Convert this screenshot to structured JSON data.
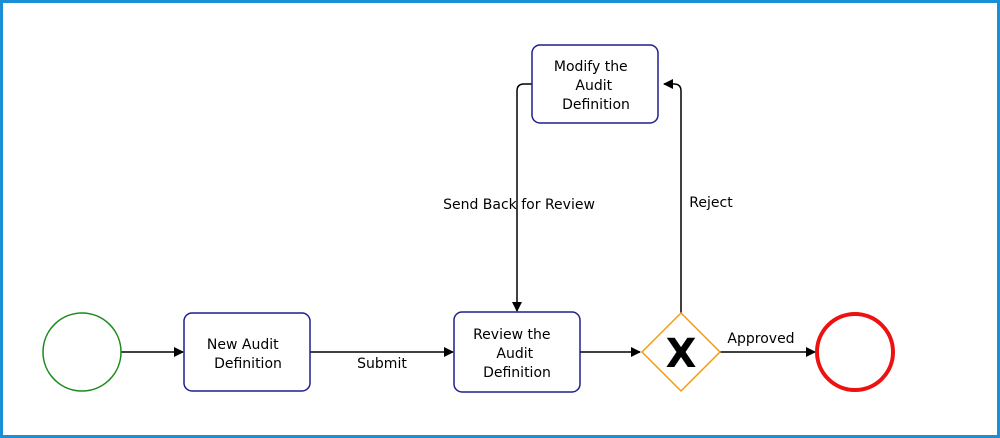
{
  "diagram": {
    "type": "bpmn-process",
    "colors": {
      "frame_border": "#1b8fd6",
      "task_border": "#1f1f8f",
      "start_event": "#1a8a1a",
      "end_event": "#ee1111",
      "gateway_border": "#f39c12",
      "edge": "#000000"
    },
    "nodes": {
      "start": {
        "kind": "start-event"
      },
      "new_audit": {
        "kind": "task",
        "lines": [
          "New Audit",
          "Definition"
        ]
      },
      "review": {
        "kind": "task",
        "lines": [
          "Review the",
          "Audit",
          "Definition"
        ]
      },
      "modify": {
        "kind": "task",
        "lines": [
          "Modify the",
          "Audit",
          "Definition"
        ]
      },
      "gateway": {
        "kind": "exclusive-gateway",
        "mark": "X"
      },
      "end": {
        "kind": "end-event"
      }
    },
    "edges": {
      "start_to_new": {
        "from": "start",
        "to": "new_audit",
        "label": ""
      },
      "submit": {
        "from": "new_audit",
        "to": "review",
        "label": "Submit"
      },
      "review_to_gateway": {
        "from": "review",
        "to": "gateway",
        "label": ""
      },
      "approved": {
        "from": "gateway",
        "to": "end",
        "label": "Approved"
      },
      "reject": {
        "from": "gateway",
        "to": "modify",
        "label": "Reject"
      },
      "send_back": {
        "from": "modify",
        "to": "review",
        "label": "Send Back for Review"
      }
    }
  }
}
